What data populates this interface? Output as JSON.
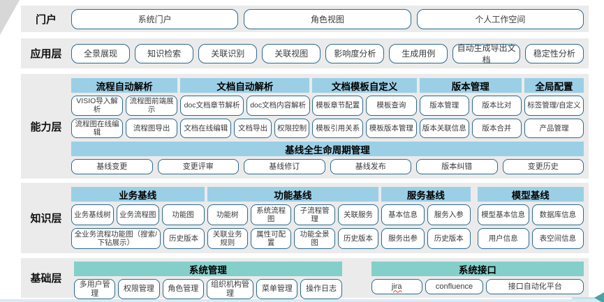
{
  "portal": {
    "label": "门户",
    "items": [
      "系统门户",
      "角色视图",
      "个人工作空间"
    ]
  },
  "app": {
    "label": "应用层",
    "items": [
      "全景展现",
      "知识检索",
      "关联识别",
      "关联视图",
      "影响度分析",
      "生成用例",
      "自动生成导出文档",
      "稳定性分析"
    ]
  },
  "cap": {
    "label": "能力层",
    "groups": [
      {
        "title": "流程自动解析",
        "rows": [
          [
            "VISIO导入解析",
            "流程图前端展示"
          ],
          [
            "流程图在线编辑",
            "流程图导出"
          ]
        ]
      },
      {
        "title": "文档自动解析",
        "rows": [
          [
            "doc文档章节解析",
            "doc文档内容解析"
          ],
          [
            "文档在线编辑",
            "文档导出",
            "权限控制"
          ]
        ]
      },
      {
        "title": "文档模板自定义",
        "rows": [
          [
            "模板章节配置",
            "模板查询"
          ],
          [
            "模板引用关系",
            "模板版本管理"
          ]
        ]
      },
      {
        "title": "版本管理",
        "rows": [
          [
            "版本管理",
            "版本比对"
          ],
          [
            "版本关联信息",
            "版本合并"
          ]
        ]
      },
      {
        "title": "全局配置",
        "rows": [
          [
            "标签管理/自定义"
          ],
          [
            "产品管理"
          ]
        ]
      }
    ],
    "baseline": {
      "title": "基线全生命周期管理",
      "items": [
        "基线变更",
        "变更评审",
        "基线修订",
        "基线发布",
        "版本纠错",
        "变更历史"
      ]
    }
  },
  "know": {
    "label": "知识层",
    "groups": [
      {
        "title": "业务基线",
        "rows": [
          [
            "业务基线树",
            "业务流程图",
            "功能图"
          ],
          [
            "全业务流程功能图（搜索/下钻展示）",
            "历史版本"
          ]
        ]
      },
      {
        "title": "功能基线",
        "rows": [
          [
            "功能树",
            "系统流程图",
            "子流程管理",
            "关联服务"
          ],
          [
            "关联业务规则",
            "属性可配置",
            "功能全景图",
            "历史版本"
          ]
        ]
      },
      {
        "title": "服务基线",
        "rows": [
          [
            "基本信息",
            "服务入参"
          ],
          [
            "服务出参",
            "历史版本"
          ]
        ]
      },
      {
        "title": "模型基线",
        "rows": [
          [
            "模型基本信息",
            "数据库信息"
          ],
          [
            "用户信息",
            "表空间信息"
          ]
        ]
      }
    ]
  },
  "base": {
    "label": "基础层",
    "groups": [
      {
        "title": "系统管理",
        "items": [
          "多用户管理",
          "权限管理",
          "角色管理",
          "组织机构管理",
          "菜单管理",
          "操作日志"
        ]
      },
      {
        "title": "系统接口",
        "items": [
          "jira",
          "confluence",
          "接口自动化平台"
        ]
      }
    ]
  },
  "colors": {
    "band_background": "#ebebeb",
    "header_blue": "#9bcfe6",
    "header_teal": "#84cfc9",
    "node_border": "#2b6a8c",
    "bottom_strip": "#d9eaf4",
    "arrow_teal": "#4aa2a6",
    "misspell_underline": "#e0392e"
  }
}
